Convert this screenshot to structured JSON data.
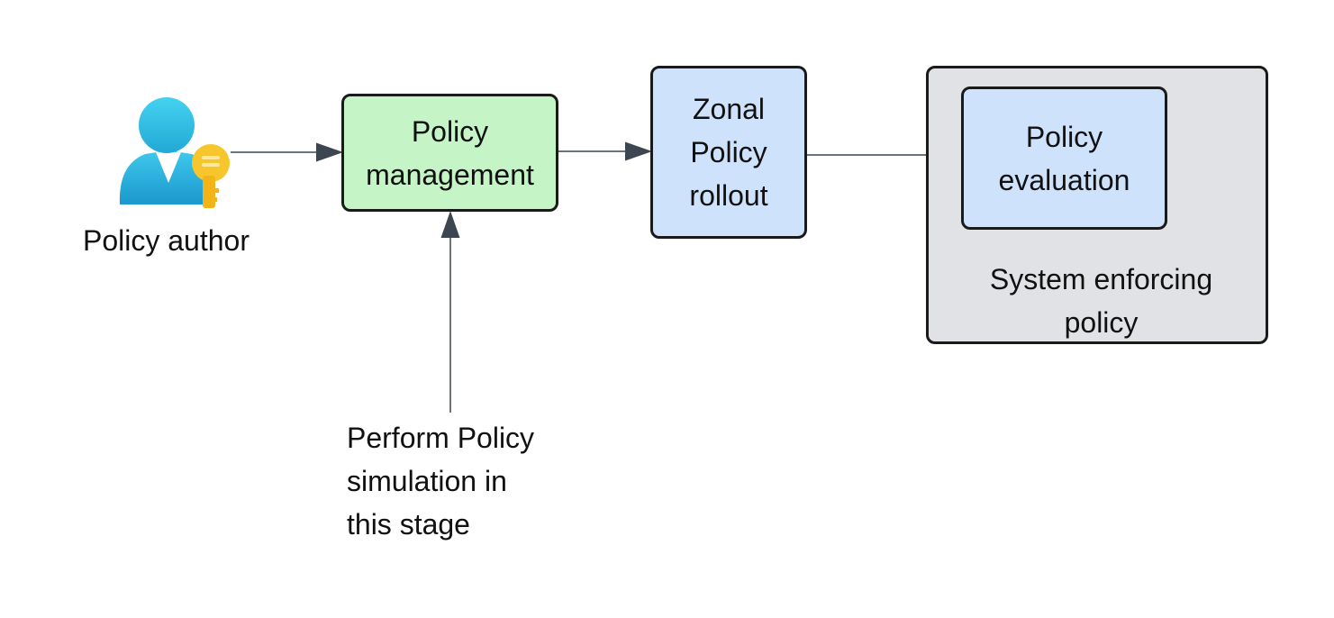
{
  "colors": {
    "management_fill": "#c5f5c6",
    "blue_fill": "#cfe2fc",
    "container_fill": "#e1e2e6",
    "stroke": "#1a1a1a",
    "arrow": "#3d4550",
    "person_body": "#2bb5dd",
    "key": "#f5c12a"
  },
  "icons": {
    "author": "user-with-key-icon"
  },
  "nodes": {
    "author_label": "Policy author",
    "management": "Policy\nmanagement",
    "zonal": "Zonal\nPolicy\nrollout",
    "evaluation": "Policy\nevaluation",
    "system_label": "System enforcing\npolicy"
  },
  "annotation": "Perform Policy\nsimulation in\nthis stage"
}
